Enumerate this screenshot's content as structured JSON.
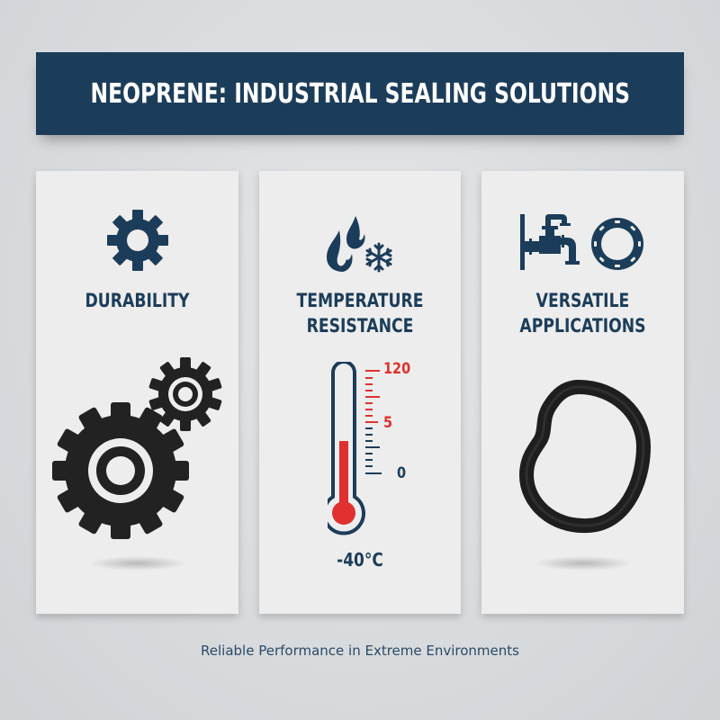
{
  "header": {
    "title": "NEOPRENE: INDUSTRIAL SEALING SOLUTIONS"
  },
  "cards": [
    {
      "title": "DURABILITY",
      "icon": "gear-icon",
      "illustration": "interlocking-gears"
    },
    {
      "title_line1": "TEMPERATURE",
      "title_line2": "RESISTANCE",
      "icon": "flame-snowflake-icon",
      "illustration": "thermometer",
      "thermometer": {
        "scale_labels": [
          "120",
          "5",
          "0"
        ],
        "bottom_label": "-40°C"
      }
    },
    {
      "title_line1": "VERSATILE",
      "title_line2": "APPLICATIONS",
      "icon": "pipe-flange-icon",
      "illustration": "o-ring-seal"
    }
  ],
  "footer": {
    "tagline": "Reliable Performance in Extreme Environments"
  },
  "colors": {
    "navy": "#1c3d5a",
    "red": "#e03030",
    "card_bg": "#ededed",
    "page_bg": "#d6d9dc",
    "dark_icon": "#222222"
  }
}
